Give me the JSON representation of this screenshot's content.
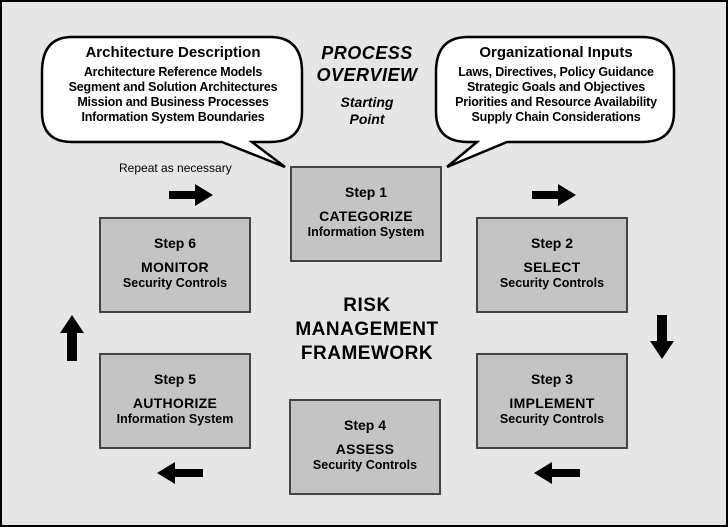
{
  "overview": {
    "line1": "PROCESS",
    "line2": "OVERVIEW",
    "start1": "Starting",
    "start2": "Point"
  },
  "left_bubble": {
    "title": "Architecture Description",
    "lines": [
      "Architecture Reference Models",
      "Segment and Solution Architectures",
      "Mission and Business Processes",
      "Information System Boundaries"
    ]
  },
  "right_bubble": {
    "title": "Organizational Inputs",
    "lines": [
      "Laws, Directives, Policy Guidance",
      "Strategic Goals and Objectives",
      "Priorities and Resource Availability",
      "Supply Chain Considerations"
    ]
  },
  "repeat_label": "Repeat as necessary",
  "center": {
    "line1": "RISK",
    "line2": "MANAGEMENT",
    "line3": "FRAMEWORK"
  },
  "steps": [
    {
      "num": "Step 1",
      "name": "CATEGORIZE",
      "desc": "Information System"
    },
    {
      "num": "Step 2",
      "name": "SELECT",
      "desc": "Security Controls"
    },
    {
      "num": "Step 3",
      "name": "IMPLEMENT",
      "desc": "Security Controls"
    },
    {
      "num": "Step 4",
      "name": "ASSESS",
      "desc": "Security Controls"
    },
    {
      "num": "Step 5",
      "name": "AUTHORIZE",
      "desc": "Information System"
    },
    {
      "num": "Step 6",
      "name": "MONITOR",
      "desc": "Security Controls"
    }
  ]
}
